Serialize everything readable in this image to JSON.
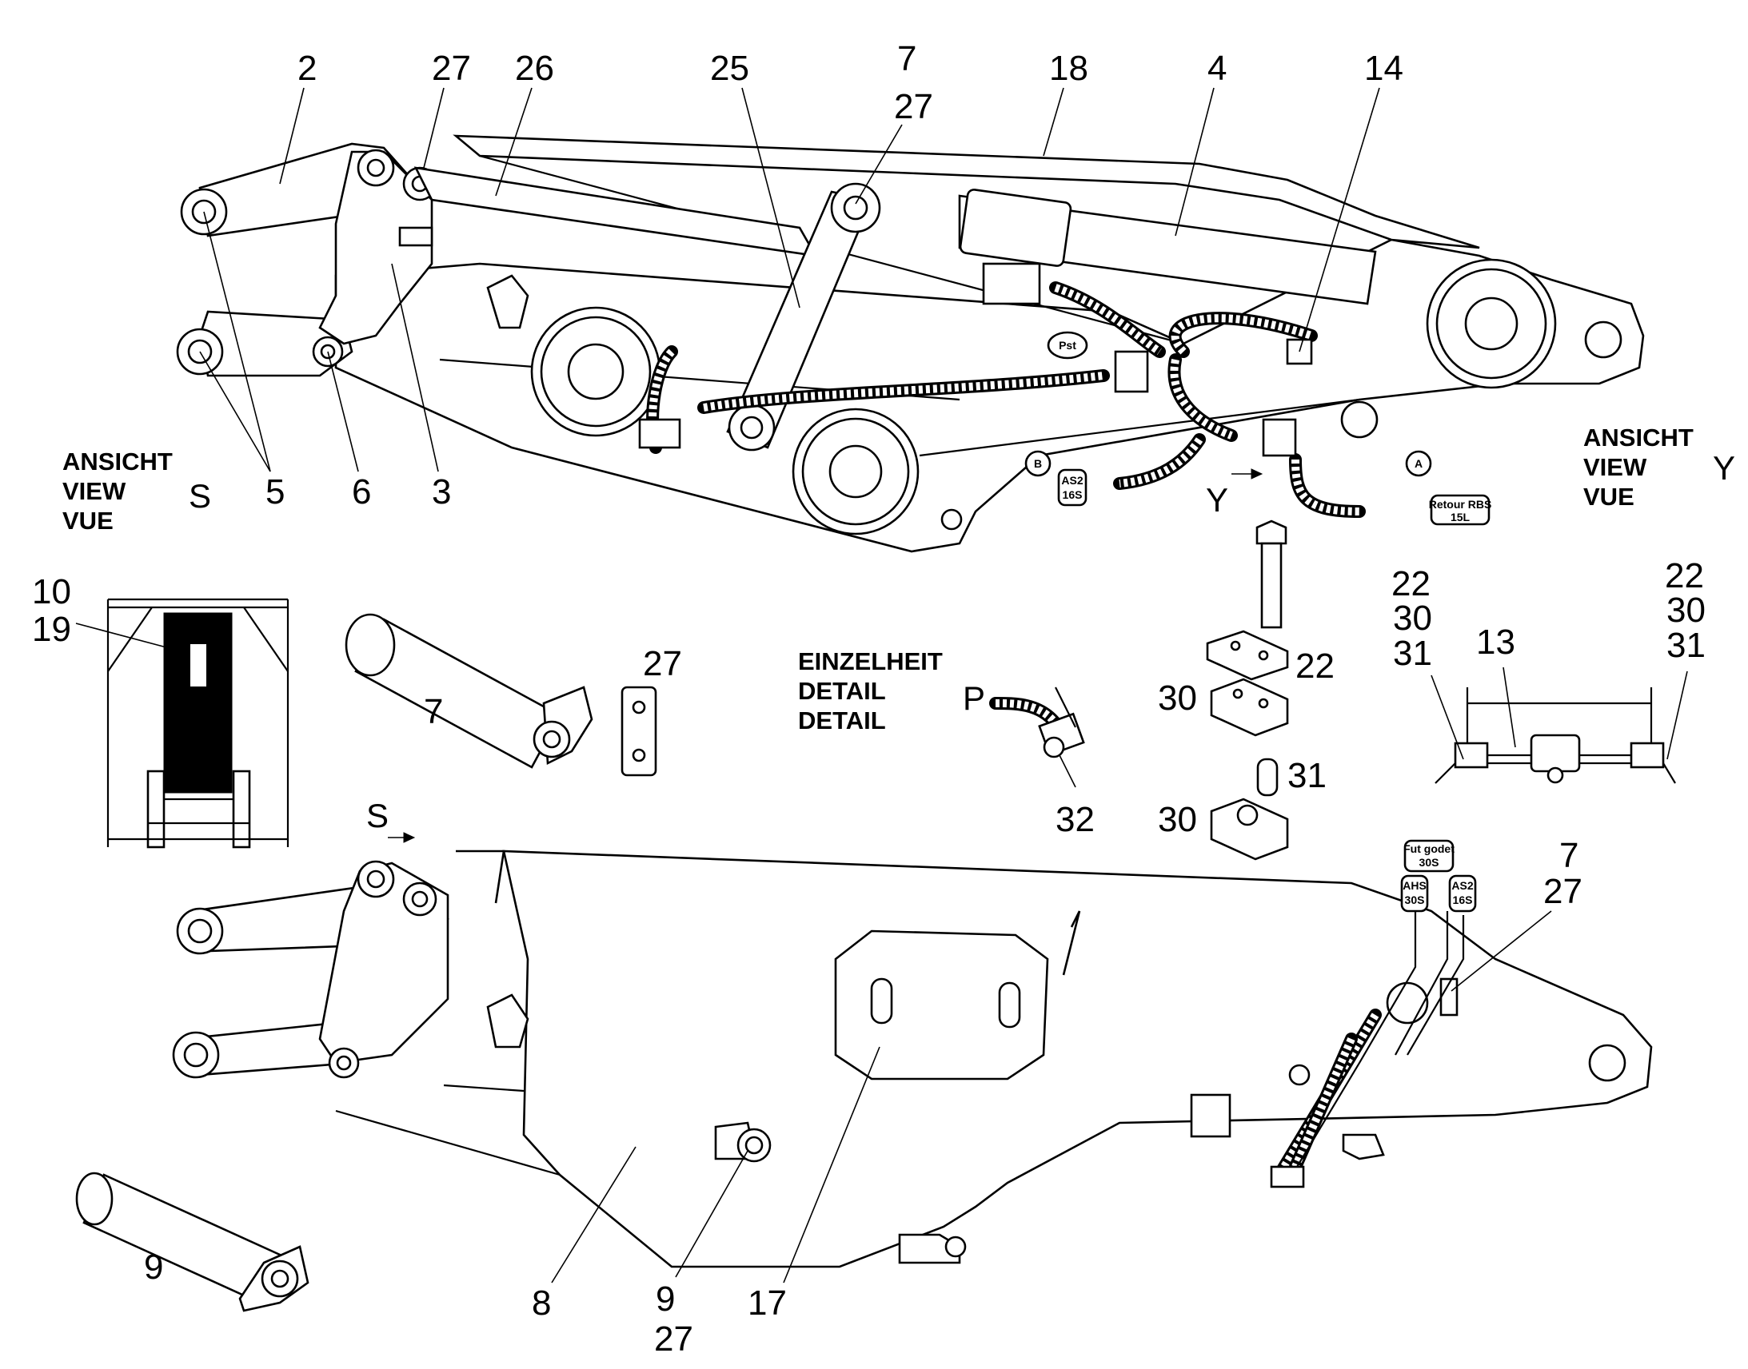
{
  "callouts_upper": {
    "n2": "2",
    "n27a": "27",
    "n26": "26",
    "n25": "25",
    "n7a": "7",
    "n27b": "27",
    "n18": "18",
    "n4": "4",
    "n14": "14",
    "n5": "5",
    "n6": "6",
    "n3": "3"
  },
  "view_s": {
    "l1": "ANSICHT",
    "l2": "VIEW",
    "l3": "VUE",
    "letter": "S"
  },
  "view_y": {
    "l1": "ANSICHT",
    "l2": "VIEW",
    "l3": "VUE",
    "letter": "Y"
  },
  "marker_y": "Y",
  "marker_s": "S",
  "detail": {
    "l1": "EINZELHEIT",
    "l2": "DETAIL",
    "l3": "DETAIL",
    "letter": "P",
    "n32": "32"
  },
  "callouts_middle": {
    "n10": "10",
    "n19": "19",
    "n7": "7",
    "n27": "27",
    "n22": "22",
    "n30a": "30",
    "n31": "31",
    "n30b": "30",
    "n22b": "22",
    "n30c": "30",
    "n31b": "31",
    "n13": "13",
    "n22c": "22",
    "n30d": "30",
    "n31c": "31"
  },
  "callouts_lower": {
    "n7": "7",
    "n27": "27",
    "n9": "9",
    "n8": "8",
    "n9b": "9",
    "n27b": "27",
    "n17": "17"
  },
  "tags": {
    "pst": "Pst",
    "b": "B",
    "a": "A",
    "as2_a_1": "AS2",
    "as2_a_2": "16S",
    "retour_1": "Retour RBS",
    "retour_2": "15L",
    "fut_1": "Fut godet",
    "fut_2": "30S",
    "ahs_1": "AHS",
    "ahs_2": "30S",
    "as2_b_1": "AS2",
    "as2_b_2": "16S"
  }
}
